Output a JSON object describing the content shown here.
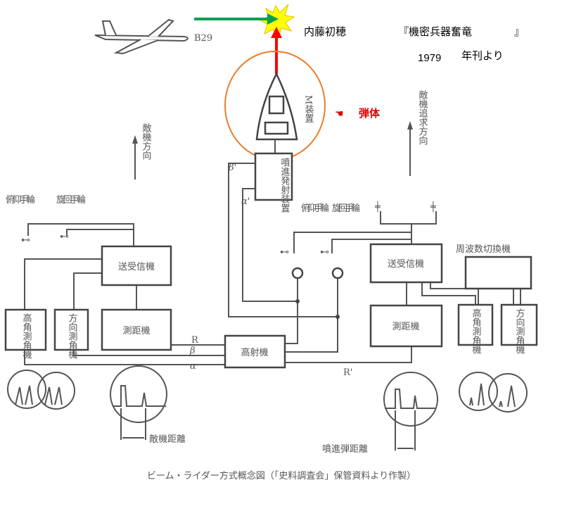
{
  "annotation": {
    "author": "内藤初穂",
    "book": "『機密兵器奮竜　　　　』",
    "year": "1979",
    "year_suffix": "年刊より",
    "projectile_label": "弾体",
    "pointer_icon": "pointing-hand",
    "colors": {
      "green_arrow": "#00a050",
      "red_arrow": "#ff0000",
      "circle": "#e87d2e",
      "burst": "#ffff00"
    }
  },
  "diagram": {
    "aircraft": "B29",
    "m_device": "M装置",
    "launcher": "噴進発射装置",
    "enemy_direction": "敵機方向",
    "enemy_tracking_direction": "敵機追求方向",
    "left": {
      "elevation_wheel": "俯仰手輪",
      "traverse_wheel": "旋回手輪",
      "transceiver": "送受信機",
      "rangefinder": "測距機",
      "elevation_goniometer": "高角測角機",
      "azimuth_goniometer": "方向測角機",
      "range_label": "敵機距離"
    },
    "center": {
      "elevation_wheel": "俯仰手輪",
      "traverse_wheel": "旋回手輪",
      "fire_control": "高射機",
      "alpha": "α",
      "beta": "β",
      "r": "R",
      "alpha_prime": "α'",
      "beta_prime": "β'",
      "r_prime": "R'"
    },
    "right": {
      "transceiver": "送受信機",
      "rangefinder": "測距機",
      "frequency_switch": "周波数切換機",
      "elevation_goniometer": "高角測角機",
      "azimuth_goniometer": "方向測角機",
      "range_label": "噴進弾距離"
    },
    "caption": "ビーム・ライダー方式概念図（「史料調査会」保管資料より作製）"
  }
}
